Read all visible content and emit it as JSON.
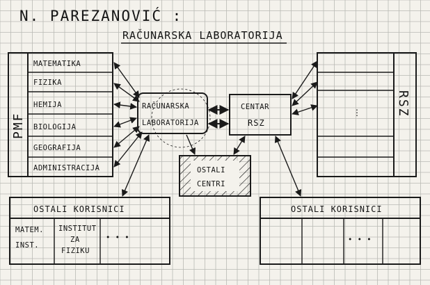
{
  "author": "N. PAREZANOVIĆ :",
  "title": "RAČUNARSKA LABORATORIJA",
  "pmf": {
    "label": "PMF",
    "departments": [
      "MATEMATIKA",
      "FIZIKA",
      "HEMIJA",
      "BIOLOGIJA",
      "GEOGRAFIJA",
      "ADMINISTRACIJA"
    ]
  },
  "lab": {
    "line1": "RAČUNARSKA",
    "line2": "LABORATORIJA"
  },
  "center": {
    "line1": "CENTAR",
    "line2": "RSZ"
  },
  "rsz": {
    "label": "RSZ",
    "dots": "⋮"
  },
  "other_centers": {
    "line1": "OSTALI",
    "line2": "CENTRI"
  },
  "users_left": {
    "title": "OSTALI KORISNICI",
    "cell1": {
      "line1": "MATEM.",
      "line2": "INST."
    },
    "cell2": {
      "line1": "INSTITUT",
      "line2": "ZA",
      "line3": "FIZIKU"
    },
    "dots": "• • •"
  },
  "users_right": {
    "title": "OSTALI KORISNICI",
    "dots": "• • •"
  }
}
